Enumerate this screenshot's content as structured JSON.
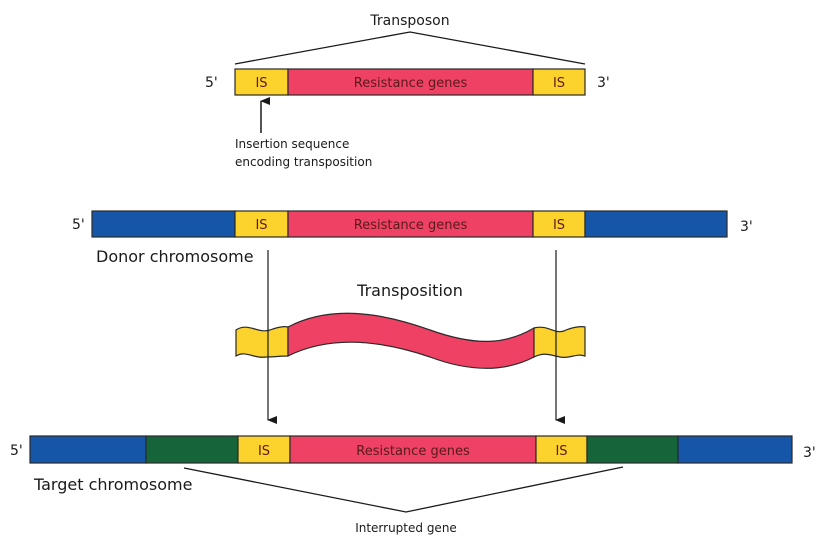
{
  "title": "Transposon",
  "colors": {
    "is": "#fcd22c",
    "resistance": "#ee4163",
    "chromosome": "#1556a8",
    "interrupted": "#16643a",
    "outline": "#2a2a2a"
  },
  "transposon": {
    "label": "Transposon",
    "five_prime": "5'",
    "three_prime": "3'",
    "is_left": "IS",
    "resistance": "Resistance genes",
    "is_right": "IS",
    "annotation_line1": "Insertion sequence",
    "annotation_line2": "encoding transposition"
  },
  "donor": {
    "label": "Donor chromosome",
    "five_prime": "5'",
    "three_prime": "3'",
    "is_left": "IS",
    "resistance": "Resistance genes",
    "is_right": "IS"
  },
  "transposition": {
    "label": "Transposition"
  },
  "target": {
    "label": "Target chromosome",
    "five_prime": "5'",
    "three_prime": "3'",
    "is_left": "IS",
    "resistance": "Resistance genes",
    "is_right": "IS",
    "interrupted_label": "Interrupted gene"
  }
}
